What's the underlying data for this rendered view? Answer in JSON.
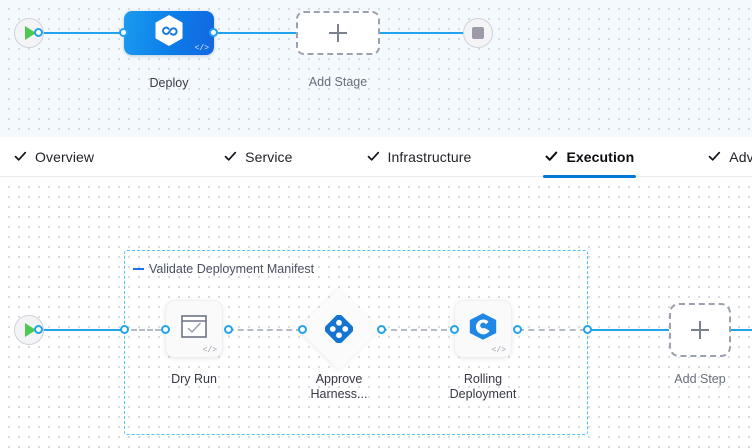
{
  "stage_canvas": {
    "start_node": {
      "icon": "play-icon"
    },
    "end_node": {
      "icon": "stop-icon"
    },
    "stage": {
      "label": "Deploy",
      "icon": "harness-hexagon-infinity-icon",
      "code_badge": "</>"
    },
    "add_stage": {
      "label": "Add Stage",
      "icon": "plus-icon"
    }
  },
  "tabs": {
    "items": [
      {
        "label": "Overview",
        "icon": "check-icon",
        "active": false
      },
      {
        "label": "Service",
        "icon": "check-icon",
        "active": false
      },
      {
        "label": "Infrastructure",
        "icon": "check-icon",
        "active": false
      },
      {
        "label": "Execution",
        "icon": "check-icon",
        "active": true
      },
      {
        "label": "Advanced",
        "icon": "check-icon",
        "active": false
      }
    ]
  },
  "execution_canvas": {
    "start_node": {
      "icon": "play-icon"
    },
    "group": {
      "title": "Validate Deployment Manifest",
      "collapse_icon": "collapse-dash-icon"
    },
    "steps": [
      {
        "label": "Dry Run",
        "icon": "window-check-icon",
        "shape": "rounded",
        "code_badge": "</>"
      },
      {
        "label": "Approve\nHarness...",
        "icon": "harness-clover-icon",
        "shape": "diamond",
        "code_badge": ""
      },
      {
        "label": "Rolling\nDeployment",
        "icon": "rolling-hexagon-icon",
        "shape": "rounded",
        "code_badge": "</>"
      }
    ],
    "step_labels": {
      "dry_run": "Dry Run",
      "approve_line1": "Approve",
      "approve_line2": "Harness...",
      "rolling_line1": "Rolling",
      "rolling_line2": "Deployment"
    },
    "add_step": {
      "label": "Add Step",
      "icon": "plus-icon"
    }
  },
  "colors": {
    "accent_blue": "#0278d5",
    "link_blue": "#21a3f0",
    "group_border": "#4fc3f7",
    "stage_gradient_from": "#1b9bf0",
    "stage_gradient_to": "#1466e0",
    "play_green": "#4dc952",
    "stop_gray": "#9a9aa8",
    "dashed_gray": "#9ba1ad",
    "canvas_tint": "#f3f9fd"
  }
}
